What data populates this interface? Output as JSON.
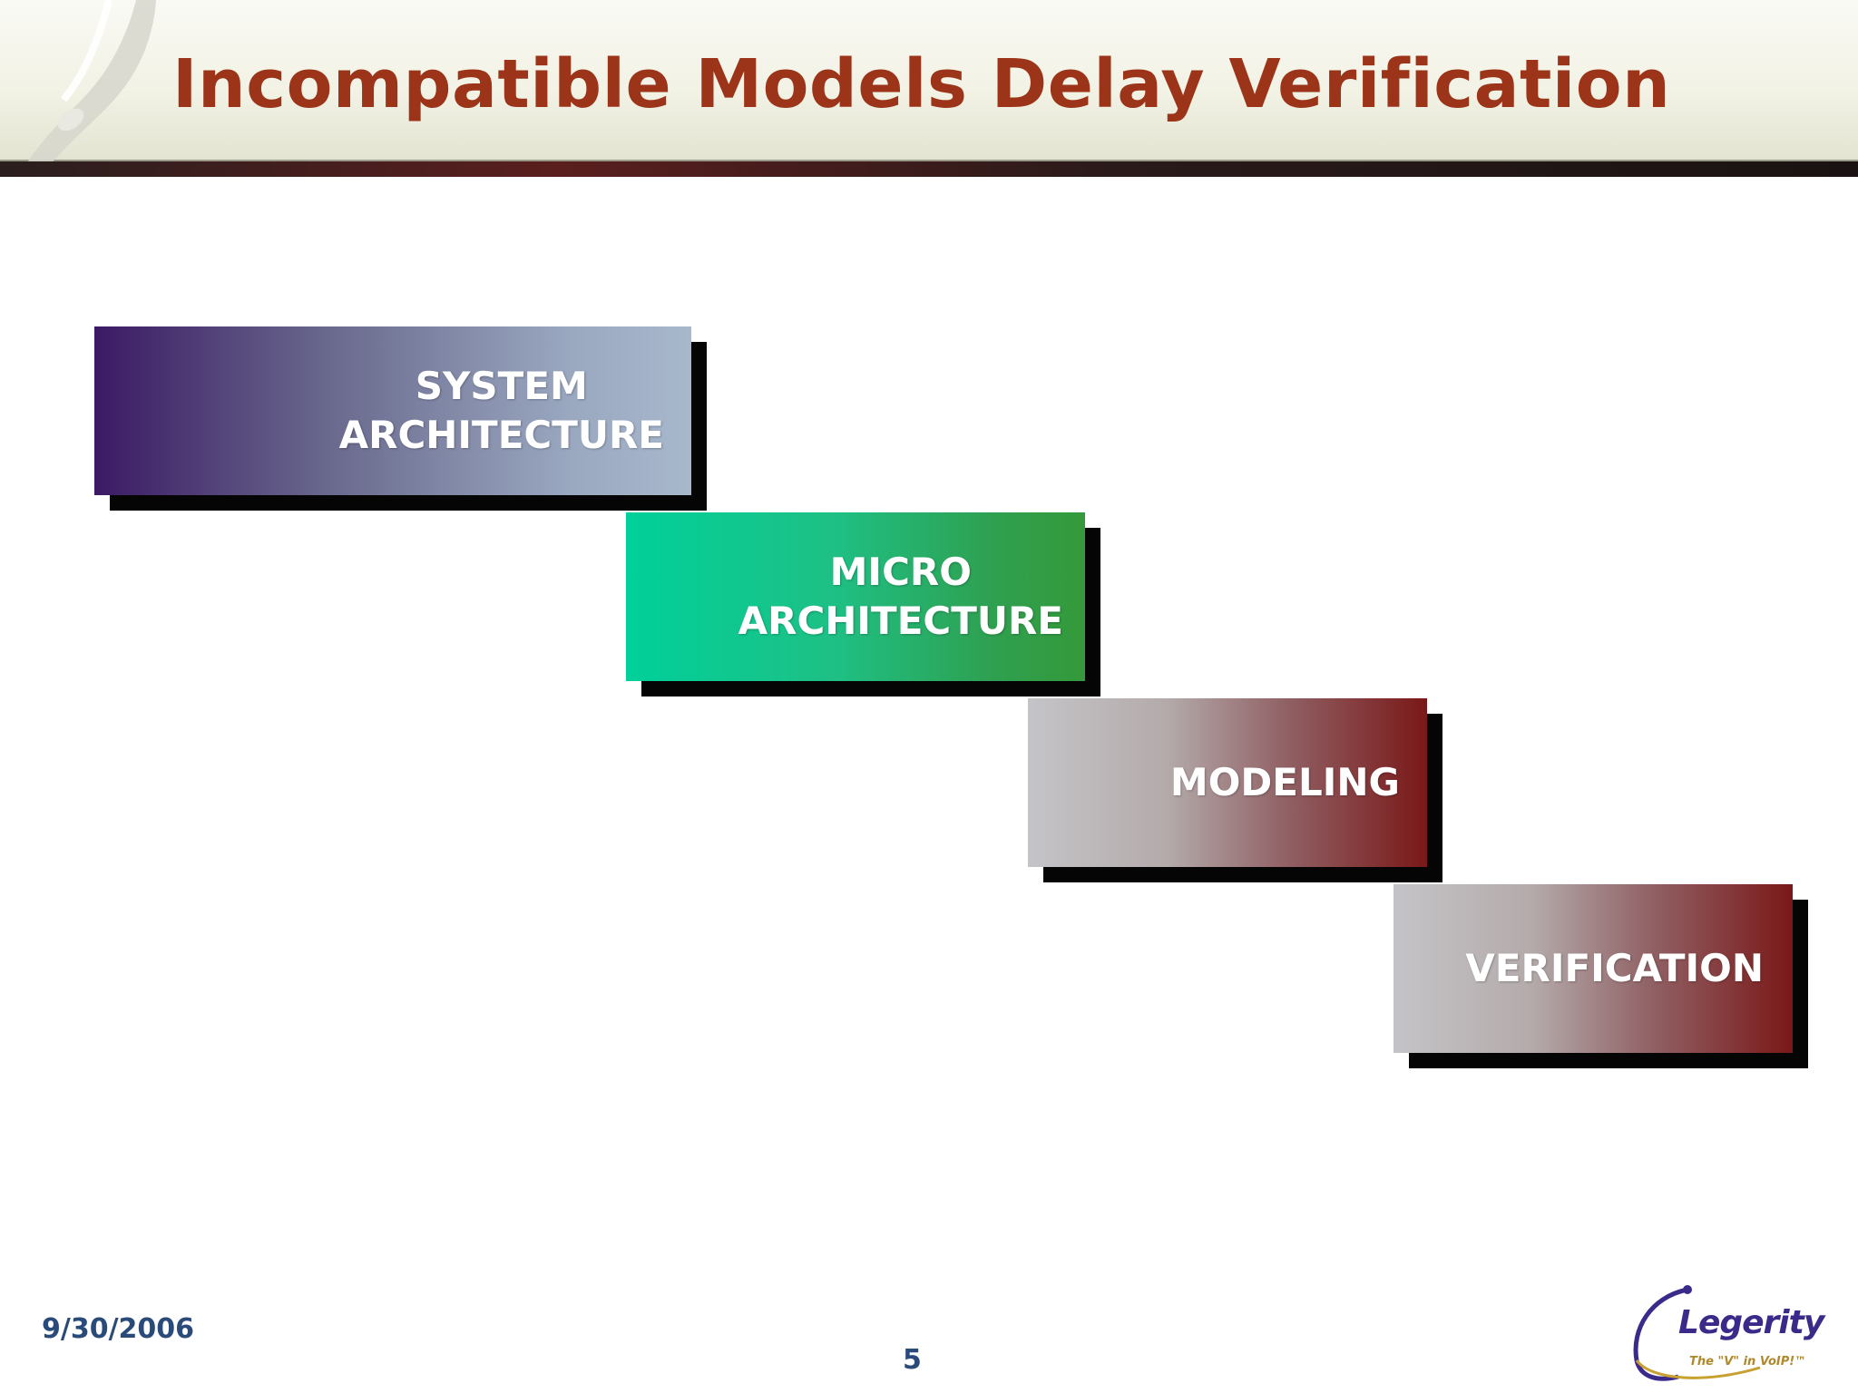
{
  "slide": {
    "title": "Incompatible Models Delay Verification",
    "date": "9/30/2006",
    "page_number": "5"
  },
  "diagram": {
    "steps": [
      {
        "label": "SYSTEM\nARCHITECTURE"
      },
      {
        "label": "MICRO\nARCHITECTURE"
      },
      {
        "label": "MODELING"
      },
      {
        "label": "VERIFICATION"
      }
    ]
  },
  "logo": {
    "name": "Legerity",
    "tagline": "The \"V\" in VoIP!™"
  },
  "colors": {
    "title": "#9b3418",
    "footer_text": "#2a4a7a",
    "system_architecture": [
      "#3b1a64",
      "#a8b8cc"
    ],
    "micro_architecture": [
      "#00d09a",
      "#349a3a"
    ],
    "modeling": [
      "#c4c4c8",
      "#7a1818"
    ],
    "verification": [
      "#c4c4c8",
      "#7a1818"
    ]
  }
}
